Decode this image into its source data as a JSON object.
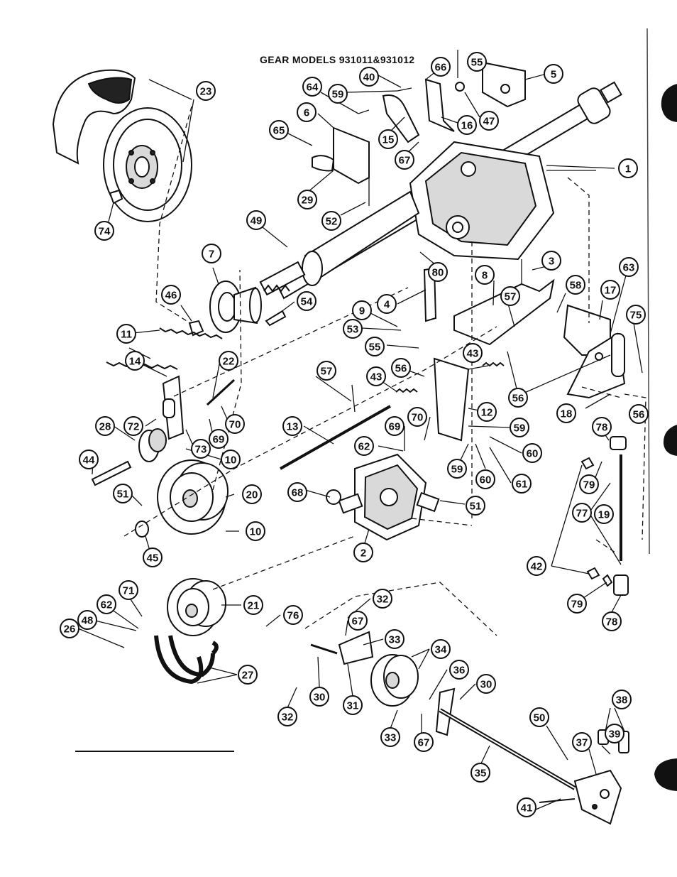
{
  "title": "GEAR MODELS 931011&931012",
  "callouts": [
    {
      "id": "c1",
      "label": "1"
    },
    {
      "id": "c2",
      "label": "2"
    },
    {
      "id": "c3",
      "label": "3"
    },
    {
      "id": "c4",
      "label": "4"
    },
    {
      "id": "c5",
      "label": "5"
    },
    {
      "id": "c6",
      "label": "6"
    },
    {
      "id": "c7",
      "label": "7"
    },
    {
      "id": "c8",
      "label": "8"
    },
    {
      "id": "c9",
      "label": "9"
    },
    {
      "id": "c10a",
      "label": "10"
    },
    {
      "id": "c10b",
      "label": "10"
    },
    {
      "id": "c11",
      "label": "11"
    },
    {
      "id": "c12",
      "label": "12"
    },
    {
      "id": "c13",
      "label": "13"
    },
    {
      "id": "c14",
      "label": "14"
    },
    {
      "id": "c15",
      "label": "15"
    },
    {
      "id": "c16",
      "label": "16"
    },
    {
      "id": "c17",
      "label": "17"
    },
    {
      "id": "c18",
      "label": "18"
    },
    {
      "id": "c19",
      "label": "19"
    },
    {
      "id": "c20",
      "label": "20"
    },
    {
      "id": "c21",
      "label": "21"
    },
    {
      "id": "c22",
      "label": "22"
    },
    {
      "id": "c23",
      "label": "23"
    },
    {
      "id": "c26",
      "label": "26"
    },
    {
      "id": "c27",
      "label": "27"
    },
    {
      "id": "c28",
      "label": "28"
    },
    {
      "id": "c29",
      "label": "29"
    },
    {
      "id": "c30a",
      "label": "30"
    },
    {
      "id": "c30b",
      "label": "30"
    },
    {
      "id": "c31",
      "label": "31"
    },
    {
      "id": "c32a",
      "label": "32"
    },
    {
      "id": "c32b",
      "label": "32"
    },
    {
      "id": "c33a",
      "label": "33"
    },
    {
      "id": "c33b",
      "label": "33"
    },
    {
      "id": "c34",
      "label": "34"
    },
    {
      "id": "c35",
      "label": "35"
    },
    {
      "id": "c36",
      "label": "36"
    },
    {
      "id": "c37",
      "label": "37"
    },
    {
      "id": "c38",
      "label": "38"
    },
    {
      "id": "c39",
      "label": "39"
    },
    {
      "id": "c40",
      "label": "40"
    },
    {
      "id": "c41",
      "label": "41"
    },
    {
      "id": "c42",
      "label": "42"
    },
    {
      "id": "c43a",
      "label": "43"
    },
    {
      "id": "c43b",
      "label": "43"
    },
    {
      "id": "c44",
      "label": "44"
    },
    {
      "id": "c45",
      "label": "45"
    },
    {
      "id": "c46",
      "label": "46"
    },
    {
      "id": "c47",
      "label": "47"
    },
    {
      "id": "c48",
      "label": "48"
    },
    {
      "id": "c49",
      "label": "49"
    },
    {
      "id": "c50",
      "label": "50"
    },
    {
      "id": "c51a",
      "label": "51"
    },
    {
      "id": "c51b",
      "label": "51"
    },
    {
      "id": "c52",
      "label": "52"
    },
    {
      "id": "c53",
      "label": "53"
    },
    {
      "id": "c54",
      "label": "54"
    },
    {
      "id": "c55a",
      "label": "55"
    },
    {
      "id": "c55b",
      "label": "55"
    },
    {
      "id": "c56a",
      "label": "56"
    },
    {
      "id": "c56b",
      "label": "56"
    },
    {
      "id": "c56c",
      "label": "56"
    },
    {
      "id": "c57a",
      "label": "57"
    },
    {
      "id": "c57b",
      "label": "57"
    },
    {
      "id": "c58",
      "label": "58"
    },
    {
      "id": "c59a",
      "label": "59"
    },
    {
      "id": "c59b",
      "label": "59"
    },
    {
      "id": "c59c",
      "label": "59"
    },
    {
      "id": "c60a",
      "label": "60"
    },
    {
      "id": "c60b",
      "label": "60"
    },
    {
      "id": "c61",
      "label": "61"
    },
    {
      "id": "c62a",
      "label": "62"
    },
    {
      "id": "c62b",
      "label": "62"
    },
    {
      "id": "c63",
      "label": "63"
    },
    {
      "id": "c64",
      "label": "64"
    },
    {
      "id": "c65",
      "label": "65"
    },
    {
      "id": "c66",
      "label": "66"
    },
    {
      "id": "c67a",
      "label": "67"
    },
    {
      "id": "c67b",
      "label": "67"
    },
    {
      "id": "c67c",
      "label": "67"
    },
    {
      "id": "c68",
      "label": "68"
    },
    {
      "id": "c69a",
      "label": "69"
    },
    {
      "id": "c69b",
      "label": "69"
    },
    {
      "id": "c70a",
      "label": "70"
    },
    {
      "id": "c70b",
      "label": "70"
    },
    {
      "id": "c71",
      "label": "71"
    },
    {
      "id": "c72",
      "label": "72"
    },
    {
      "id": "c73",
      "label": "73"
    },
    {
      "id": "c74",
      "label": "74"
    },
    {
      "id": "c75",
      "label": "75"
    },
    {
      "id": "c76",
      "label": "76"
    },
    {
      "id": "c77",
      "label": "77"
    },
    {
      "id": "c78a",
      "label": "78"
    },
    {
      "id": "c78b",
      "label": "78"
    },
    {
      "id": "c79a",
      "label": "79"
    },
    {
      "id": "c79b",
      "label": "79"
    },
    {
      "id": "c80",
      "label": "80"
    }
  ]
}
